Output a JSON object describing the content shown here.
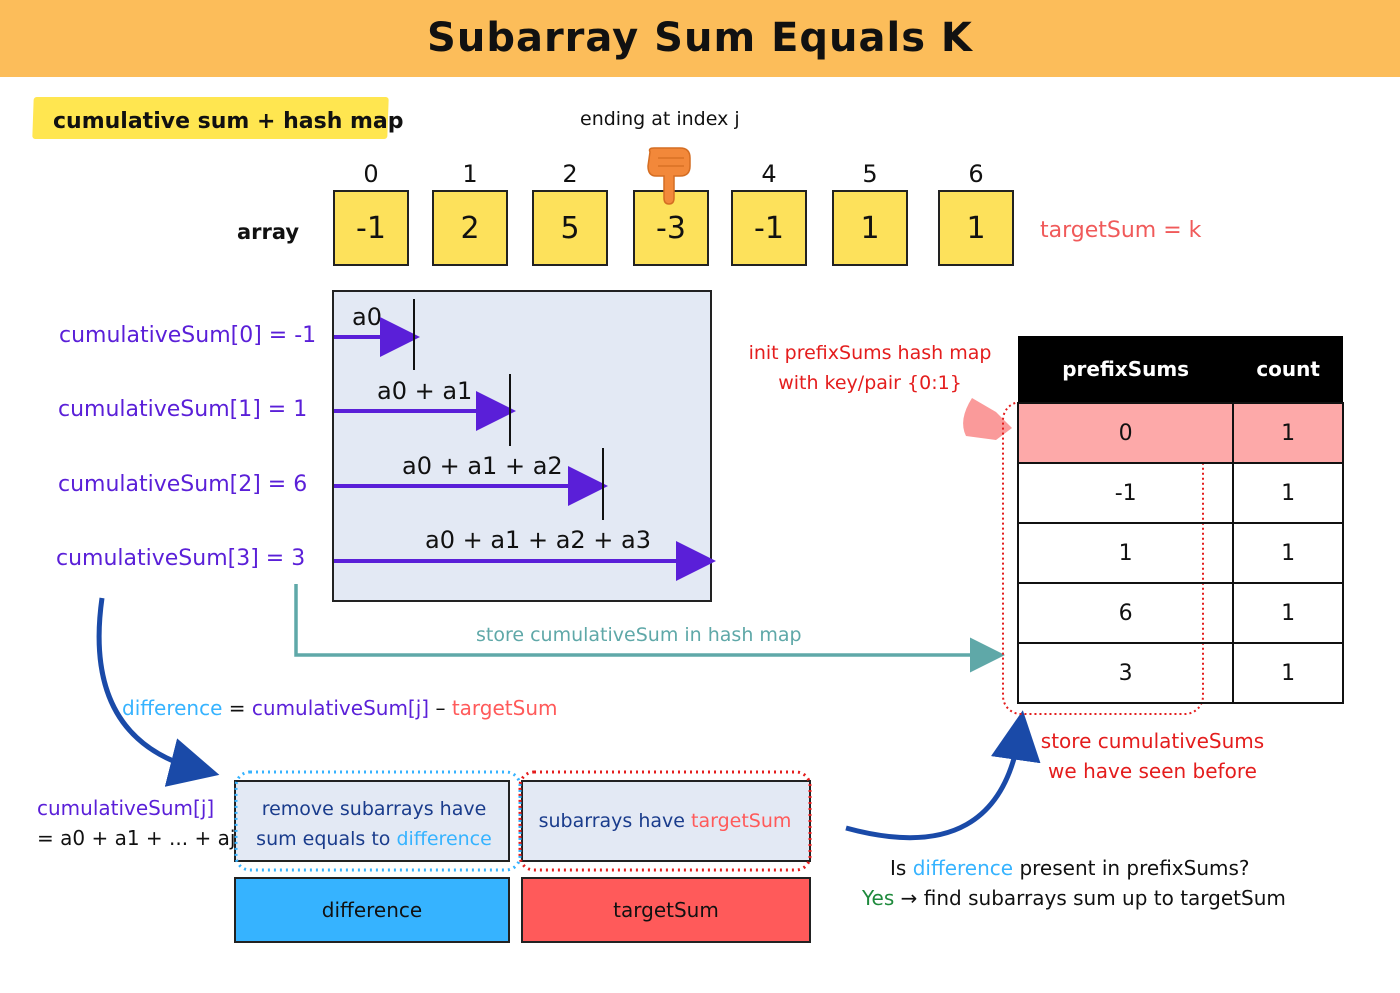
{
  "title": "Subarray Sum Equals K",
  "subtitle": "cumulative sum + hash map",
  "pointer_label": "ending at index j",
  "array": {
    "label": "array",
    "indices": [
      "0",
      "1",
      "2",
      "",
      "4",
      "5",
      "6"
    ],
    "values": [
      "-1",
      "2",
      "5",
      "-3",
      "-1",
      "1",
      "1"
    ],
    "pointer_index": 3
  },
  "target_eq": "targetSum = k",
  "cumulative": [
    {
      "label": "cumulativeSum[0] = -1",
      "sum": "a0"
    },
    {
      "label": "cumulativeSum[1]  = 1",
      "sum": "a0 + a1"
    },
    {
      "label": "cumulativeSum[2]  = 6",
      "sum": "a0 + a1 + a2"
    },
    {
      "label": "cumulativeSum[3]  = 3",
      "sum": "a0 + a1 + a2 + a3"
    }
  ],
  "init_note": [
    "init prefixSums hash map",
    "with key/pair {0:1}"
  ],
  "table": {
    "headers": [
      "prefixSums",
      "count"
    ],
    "rows": [
      [
        "0",
        "1"
      ],
      [
        "-1",
        "1"
      ],
      [
        "1",
        "1"
      ],
      [
        "6",
        "1"
      ],
      [
        "3",
        "1"
      ]
    ],
    "highlight_row": 0,
    "highlight_color": "#fda9a9"
  },
  "store_label": "store cumulativeSum in hash map",
  "store_before": [
    "store cumulativeSums",
    "we have seen before"
  ],
  "difference_eq": {
    "difference": "difference",
    "eq": " = ",
    "cum": "cumulativeSum[j]",
    "minus": " – ",
    "target": "targetSum"
  },
  "cumsum_j": {
    "label": "cumulativeSum[j]",
    "expr": "= a0 + a1 + ... + aj"
  },
  "remove_text": {
    "line1": "remove subarrays have",
    "line2": "sum equals to ",
    "diff": "difference"
  },
  "have_text": {
    "prefix": "subarrays have ",
    "target": "targetSum"
  },
  "difference_box": "difference",
  "target_box": "targetSum",
  "question": {
    "q1_pre": "Is ",
    "q1_diff": "difference",
    "q1_post": " present in prefixSums?",
    "yes": "Yes",
    "q2_post": " → find subarrays sum up to targetSum"
  },
  "colors": {
    "header": "#fcbd5a",
    "highlight": "#ffe650",
    "cell": "#fde15b",
    "purple": "#5a1fd8",
    "blue": "#36b3ff",
    "red": "#ff5a5a",
    "teal": "#5fa8a8",
    "navy": "#1a4aa8",
    "green": "#1e8a3c"
  }
}
